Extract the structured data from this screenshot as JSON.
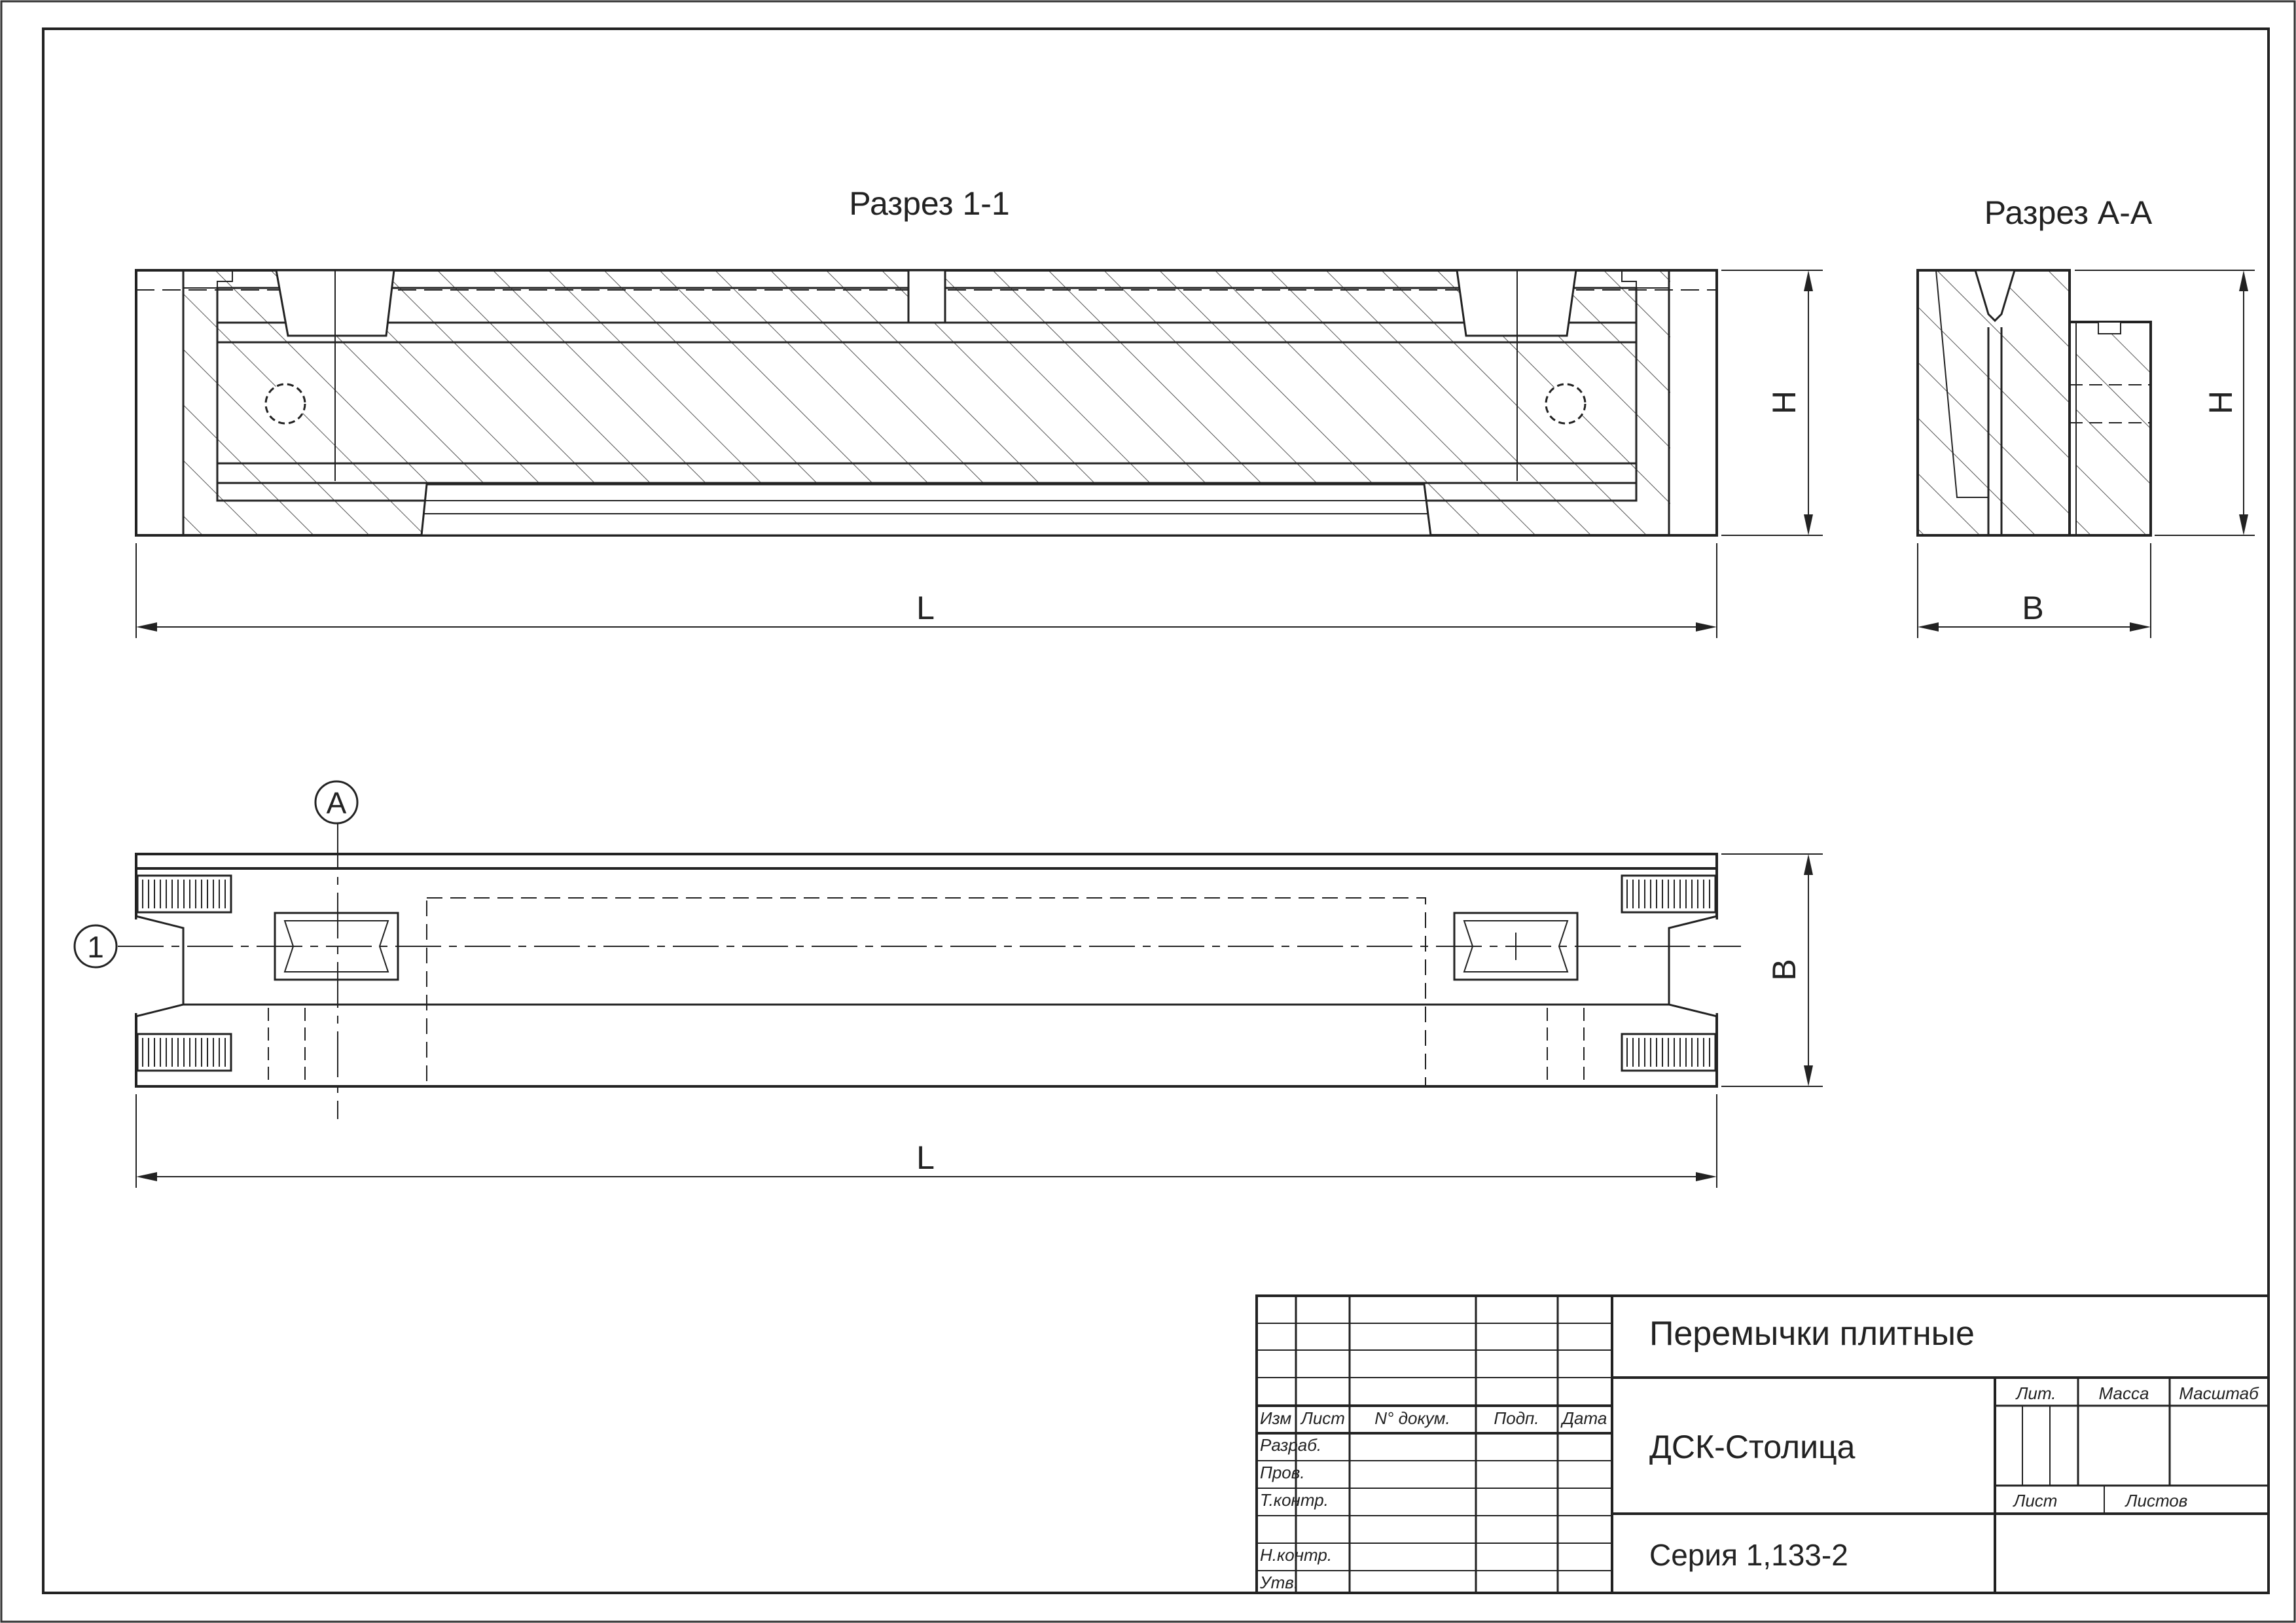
{
  "views": {
    "section_1_1": {
      "title": "Разрез 1-1",
      "height_label": "H",
      "length_label": "L"
    },
    "section_a_a": {
      "title": "Разрез А-А",
      "height_label": "H",
      "width_label": "B"
    },
    "plan": {
      "callout_a": "A",
      "callout_1": "1",
      "width_label": "B",
      "length_label": "L"
    }
  },
  "title_block": {
    "title": "Перемычки плитные",
    "organization": "ДСК-Столица",
    "series": "Серия 1,133-2",
    "column_headers": [
      "Изм",
      "Лист",
      "N° докум.",
      "Подп.",
      "Дата"
    ],
    "row_labels": [
      "Разраб.",
      "Пров.",
      "Т.контр.",
      "",
      "Н.контр.",
      "Утв."
    ],
    "stage_headers": [
      "Лит.",
      "Масса",
      "Масштаб"
    ],
    "sheet_labels": [
      "Лист",
      "Листов"
    ]
  }
}
